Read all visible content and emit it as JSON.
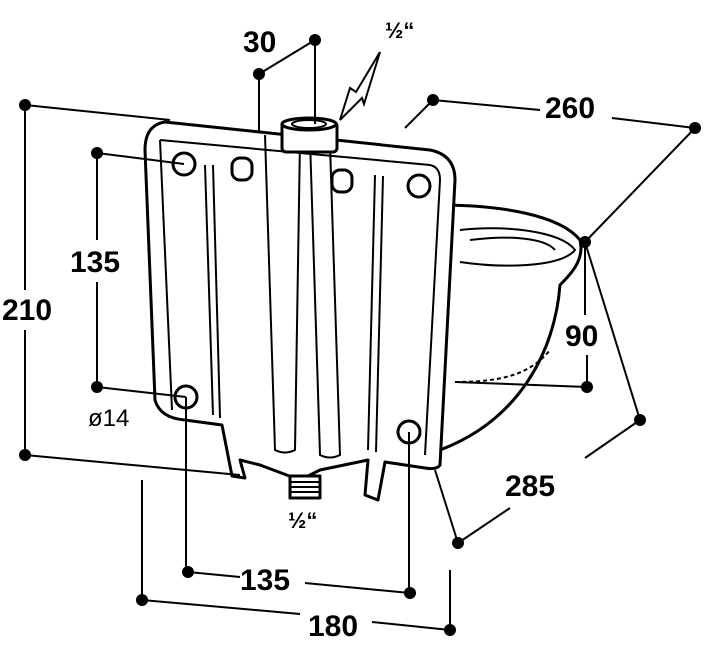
{
  "drawing": {
    "title_hidden": null,
    "dimensions": {
      "top_pipe_width": "30",
      "top_inlet_thread": "½“",
      "bowl_depth": "260",
      "mounting_hole_vertical_spacing": "135",
      "total_height": "210",
      "bowl_height": "90",
      "hole_diameter": "ø14",
      "total_depth": "285",
      "bottom_inlet_thread": "½“",
      "mounting_hole_horizontal_spacing": "135",
      "total_width": "180"
    }
  }
}
